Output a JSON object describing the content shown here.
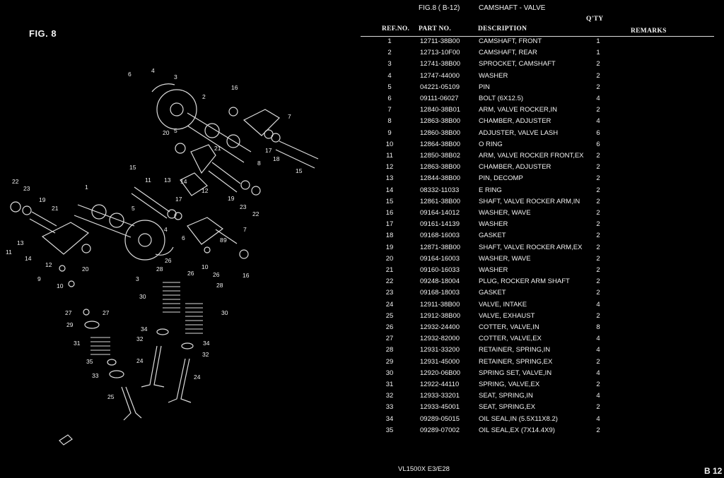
{
  "fig_label": "FIG. 8",
  "header": {
    "fig_ref": "FIG.8  ( B-12)",
    "title": "CAMSHAFT - VALVE"
  },
  "columns": {
    "ref": "REF.NO.",
    "part": "PART NO.",
    "desc": "DESCRIPTION",
    "qty": "Q'TY",
    "remarks": "REMARKS"
  },
  "rows": [
    {
      "ref": "1",
      "part": "12711-38B00",
      "desc": "CAMSHAFT, FRONT",
      "qty": "1"
    },
    {
      "ref": "2",
      "part": "12713-10F00",
      "desc": "CAMSHAFT, REAR",
      "qty": "1"
    },
    {
      "ref": "3",
      "part": "12741-38B00",
      "desc": "SPROCKET, CAMSHAFT",
      "qty": "2"
    },
    {
      "ref": "4",
      "part": "12747-44000",
      "desc": "WASHER",
      "qty": "2"
    },
    {
      "ref": "5",
      "part": "04221-05109",
      "desc": "PIN",
      "qty": "2"
    },
    {
      "ref": "6",
      "part": "09111-06027",
      "desc": "BOLT (6X12.5)",
      "qty": "4"
    },
    {
      "ref": "7",
      "part": "12840-38B01",
      "desc": "ARM, VALVE ROCKER,IN",
      "qty": "2"
    },
    {
      "ref": "8",
      "part": "12863-38B00",
      "desc": "CHAMBER, ADJUSTER",
      "qty": "4"
    },
    {
      "ref": "9",
      "part": "12860-38B00",
      "desc": "ADJUSTER, VALVE LASH",
      "qty": "6"
    },
    {
      "ref": "10",
      "part": "12864-38B00",
      "desc": "O RING",
      "qty": "6"
    },
    {
      "ref": "11",
      "part": "12850-38B02",
      "desc": "ARM, VALVE ROCKER FRONT,EX",
      "qty": "2"
    },
    {
      "ref": "12",
      "part": "12863-38B00",
      "desc": "CHAMBER, ADJUSTER",
      "qty": "2"
    },
    {
      "ref": "13",
      "part": "12844-38B00",
      "desc": "PIN, DECOMP",
      "qty": "2"
    },
    {
      "ref": "14",
      "part": "08332-11033",
      "desc": "E RING",
      "qty": "2"
    },
    {
      "ref": "15",
      "part": "12861-38B00",
      "desc": "SHAFT, VALVE ROCKER ARM,IN",
      "qty": "2"
    },
    {
      "ref": "16",
      "part": "09164-14012",
      "desc": "WASHER, WAVE",
      "qty": "2"
    },
    {
      "ref": "17",
      "part": "09161-14139",
      "desc": "WASHER",
      "qty": "2"
    },
    {
      "ref": "18",
      "part": "09168-16003",
      "desc": "GASKET",
      "qty": "2"
    },
    {
      "ref": "19",
      "part": "12871-38B00",
      "desc": "SHAFT, VALVE ROCKER ARM,EX",
      "qty": "2"
    },
    {
      "ref": "20",
      "part": "09164-16003",
      "desc": "WASHER, WAVE",
      "qty": "2"
    },
    {
      "ref": "21",
      "part": "09160-16033",
      "desc": "WASHER",
      "qty": "2"
    },
    {
      "ref": "22",
      "part": "09248-18004",
      "desc": "PLUG, ROCKER ARM SHAFT",
      "qty": "2"
    },
    {
      "ref": "23",
      "part": "09168-18003",
      "desc": "GASKET",
      "qty": "2"
    },
    {
      "ref": "24",
      "part": "12911-38B00",
      "desc": "VALVE, INTAKE",
      "qty": "4"
    },
    {
      "ref": "25",
      "part": "12912-38B00",
      "desc": "VALVE, EXHAUST",
      "qty": "2"
    },
    {
      "ref": "26",
      "part": "12932-24400",
      "desc": "COTTER, VALVE,IN",
      "qty": "8"
    },
    {
      "ref": "27",
      "part": "12932-82000",
      "desc": "COTTER, VALVE,EX",
      "qty": "4"
    },
    {
      "ref": "28",
      "part": "12931-33200",
      "desc": "RETAINER, SPRING,IN",
      "qty": "4"
    },
    {
      "ref": "29",
      "part": "12931-45000",
      "desc": "RETAINER, SPRING,EX",
      "qty": "2"
    },
    {
      "ref": "30",
      "part": "12920-06B00",
      "desc": "SPRING SET, VALVE,IN",
      "qty": "4"
    },
    {
      "ref": "31",
      "part": "12922-44110",
      "desc": "SPRING, VALVE,EX",
      "qty": "2"
    },
    {
      "ref": "32",
      "part": "12933-33201",
      "desc": "SEAT, SPRING,IN",
      "qty": "4"
    },
    {
      "ref": "33",
      "part": "12933-45001",
      "desc": "SEAT, SPRING,EX",
      "qty": "2"
    },
    {
      "ref": "34",
      "part": "09289-05015",
      "desc": "OIL SEAL,IN (5.5X11X8.2)",
      "qty": "4"
    },
    {
      "ref": "35",
      "part": "09289-07002",
      "desc": "OIL SEAL,EX (7X14.4X9)",
      "qty": "2"
    }
  ],
  "diagram_labels": {
    "c1": "1",
    "c2": "2",
    "c3a": "3",
    "c3b": "3",
    "c4a": "4",
    "c4b": "4",
    "c5a": "5",
    "c5b": "5",
    "c6a": "6",
    "c6b": "6",
    "c7a": "7",
    "c7b": "7",
    "c8a": "8",
    "c8b": "8",
    "c9a": "9",
    "c9b": "9",
    "c10a": "10",
    "c10b": "10",
    "c11a": "11",
    "c11b": "11",
    "c12a": "12",
    "c12b": "12",
    "c13a": "13",
    "c13b": "13",
    "c14a": "14",
    "c14b": "14",
    "c15a": "15",
    "c15b": "15",
    "c16a": "16",
    "c16b": "16",
    "c17a": "17",
    "c17b": "17",
    "c18": "18",
    "c19a": "19",
    "c19b": "19",
    "c20a": "20",
    "c20b": "20",
    "c21a": "21",
    "c21b": "21",
    "c22a": "22",
    "c22b": "22",
    "c23a": "23",
    "c23b": "23",
    "c24a": "24",
    "c24b": "24",
    "c25": "25",
    "c26a": "26",
    "c26b": "26",
    "c26c": "26",
    "c27a": "27",
    "c27b": "27",
    "c28a": "28",
    "c28b": "28",
    "c29": "29",
    "c30a": "30",
    "c30b": "30",
    "c31": "31",
    "c32a": "32",
    "c32b": "32",
    "c33": "33",
    "c34a": "34",
    "c34b": "34",
    "c35": "35"
  },
  "footer": {
    "model": "VL1500X  E3/E28",
    "page": "B 12"
  }
}
